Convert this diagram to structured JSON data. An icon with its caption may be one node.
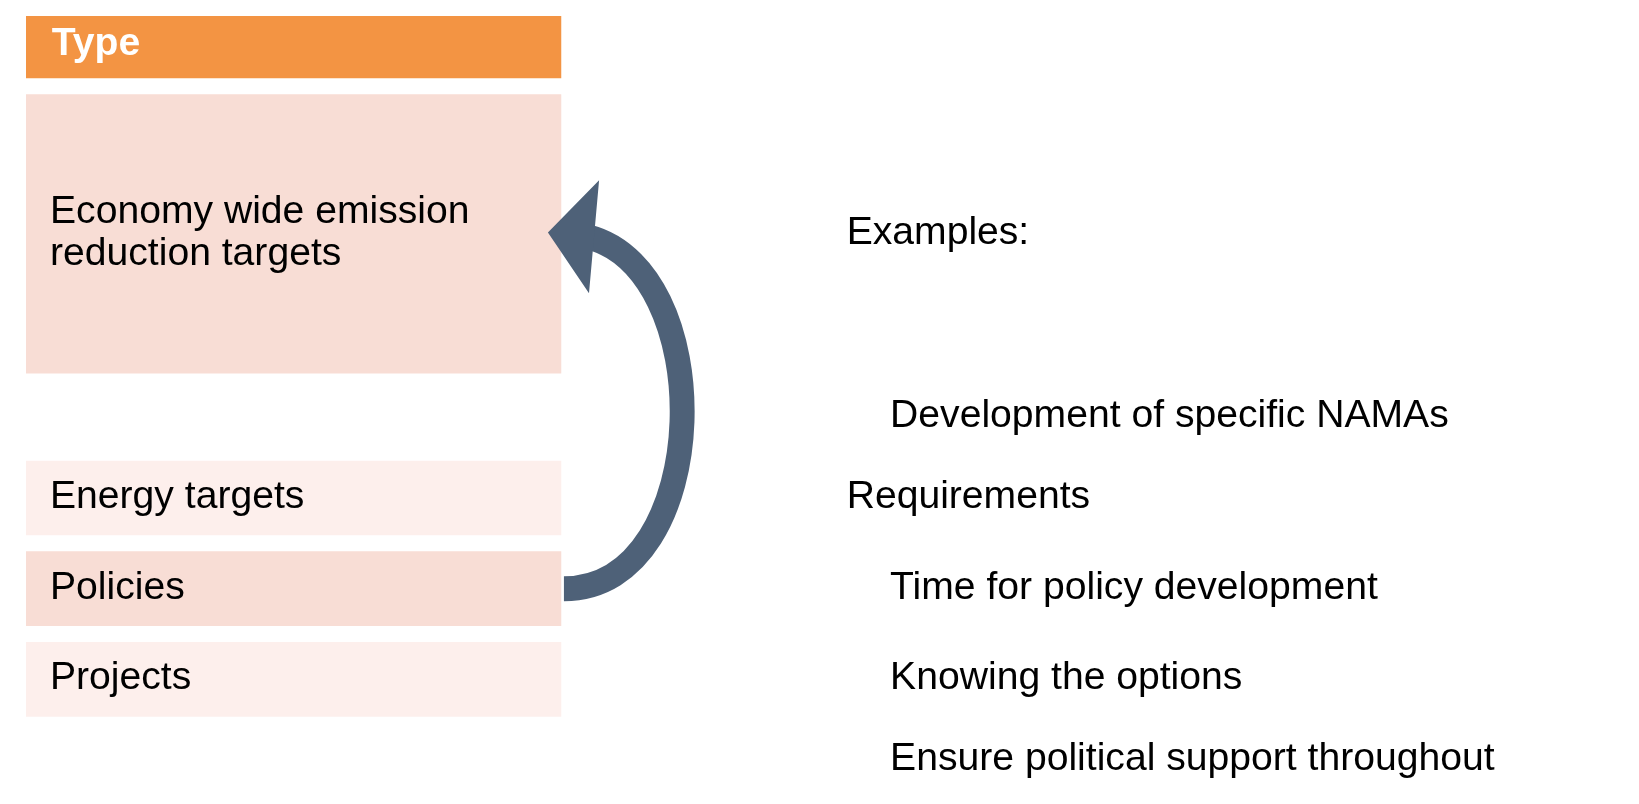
{
  "diagram": {
    "nodes": [
      {
        "text": [
          "Type"
        ]
      },
      {
        "text": [
          "Economy wide emission reduction targets"
        ]
      },
      {
        "text": [
          "Energy targets"
        ]
      },
      {
        "text": [
          "Policies"
        ]
      },
      {
        "text": [
          "Projects"
        ]
      }
    ],
    "edges": [
      {
        "from": 3,
        "to": 1,
        "arrow": "to"
      }
    ],
    "labels": [
      "Examples:",
      "Development of specific NAMAs",
      "Requirements",
      "Time for policy development",
      "Knowing the options",
      "Ensure political support throughout"
    ]
  }
}
